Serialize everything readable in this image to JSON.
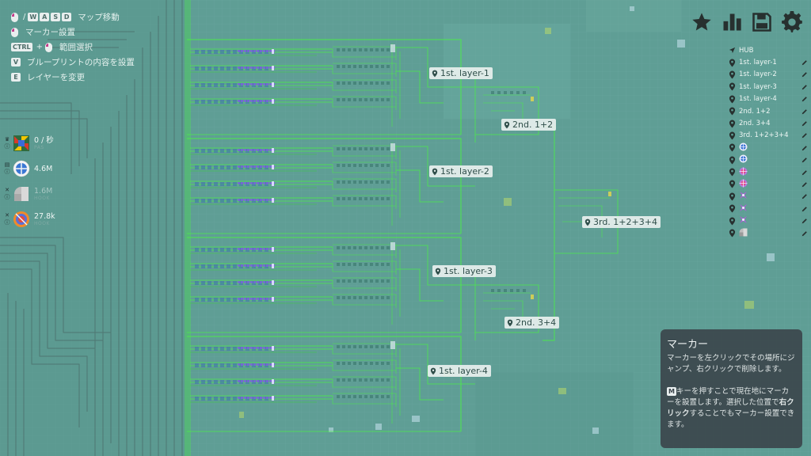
{
  "keybinds": [
    {
      "keys": [
        "W",
        "A",
        "S",
        "D"
      ],
      "mouse": true,
      "text": "マップ移動"
    },
    {
      "mouse": true,
      "text": "マーカー設置"
    },
    {
      "keys": [
        "CTRL"
      ],
      "plus": "+",
      "mouse": true,
      "text": "範囲選択"
    },
    {
      "keys": [
        "V"
      ],
      "text": "ブループリントの内容を設置"
    },
    {
      "keys": [
        "E"
      ],
      "text": "レイヤーを変更"
    }
  ],
  "stats": [
    {
      "value": "0 / 秒",
      "sub": "PAS"
    },
    {
      "value": "4.6M",
      "sub": ""
    },
    {
      "value": "1.6M",
      "sub": "HOOK"
    },
    {
      "value": "27.8k",
      "sub": "HOOK"
    }
  ],
  "top_icons": [
    "star-icon",
    "stats-bar-icon",
    "save-icon",
    "gear-icon"
  ],
  "waypoints": {
    "hub_label": "HUB",
    "named": [
      "1st. layer-1",
      "1st. layer-2",
      "1st. layer-3",
      "1st. layer-4",
      "2nd. 1+2",
      "2nd. 3+4",
      "3rd. 1+2+3+4"
    ],
    "shape_badges": [
      "circle-quartered",
      "circle-quartered",
      "circle-swirl",
      "circle-swirl",
      "cross-purple",
      "cross-purple",
      "cross-purple",
      "half-square"
    ]
  },
  "map_labels": [
    {
      "id": "l1",
      "text": "1st. layer-1"
    },
    {
      "id": "l2",
      "text": "1st. layer-2"
    },
    {
      "id": "l3",
      "text": "1st. layer-3"
    },
    {
      "id": "l4",
      "text": "1st. layer-4"
    },
    {
      "id": "m12",
      "text": "2nd. 1+2"
    },
    {
      "id": "m34",
      "text": "2nd. 3+4"
    },
    {
      "id": "final",
      "text": "3rd. 1+2+3+4"
    }
  ],
  "tooltip": {
    "title": "マーカー",
    "p1": "マーカーを左クリックでその場所にジャンプ、右クリックで削除します。",
    "key": "M",
    "p2a": "キーを押すことで現在地にマーカーを設置します。選択した位置で",
    "p2b": "右クリック",
    "p2c": "することでもマーカー設置できます。"
  },
  "colors": {
    "background": "#5f9e95",
    "belt": "#4af04a",
    "label_bg": "#e8f0ee",
    "tooltip_bg": "#3c464c"
  }
}
